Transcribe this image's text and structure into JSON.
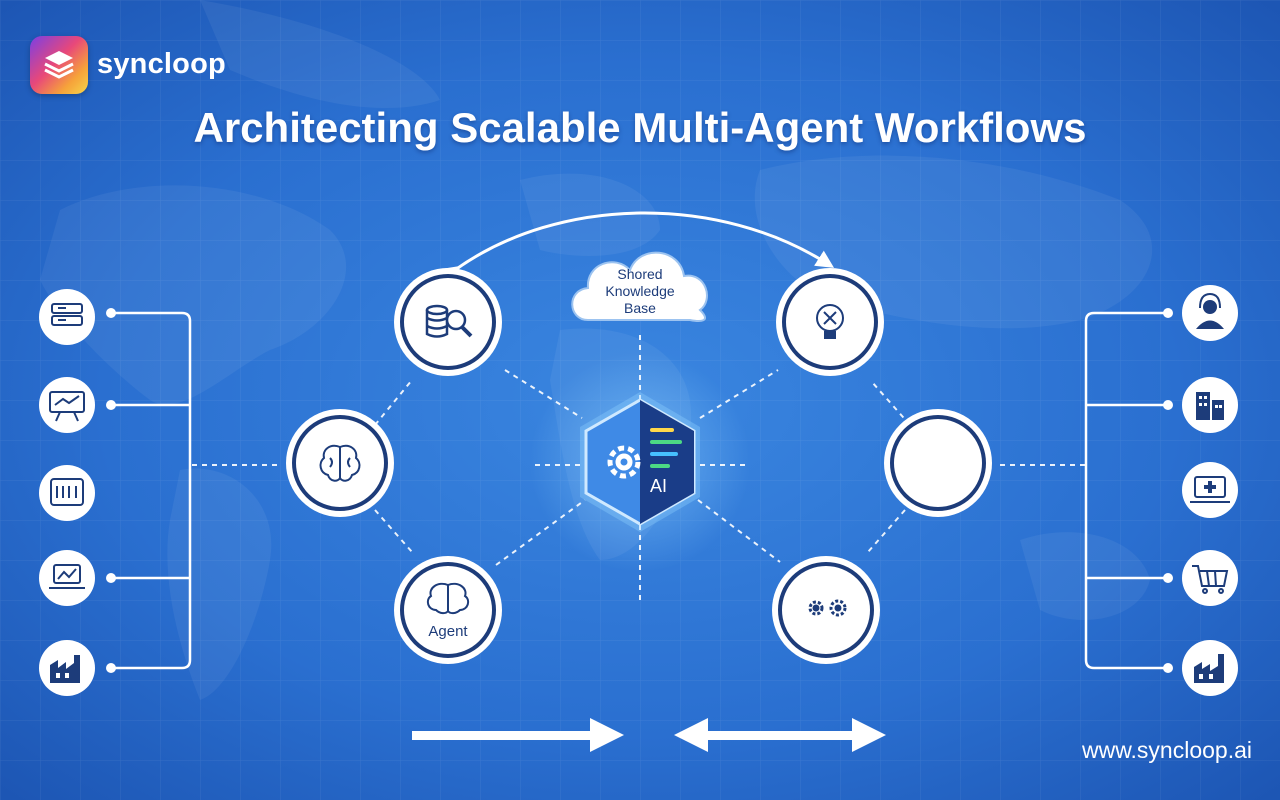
{
  "brand": {
    "name": "syncloop",
    "url": "www.syncloop.ai"
  },
  "title": "Architecting Scalable Multi-Agent Workflows",
  "hub": {
    "label": "AI"
  },
  "shared_kb": {
    "line1": "Shored",
    "line2": "Knowledge",
    "line3": "Base"
  },
  "agents": {
    "agent_label": "Agent",
    "nodes": [
      {
        "id": "data-search",
        "icon": "database-search-icon"
      },
      {
        "id": "brain-left",
        "icon": "brain-icon"
      },
      {
        "id": "agent",
        "icon": "brain-icon"
      },
      {
        "id": "analytics-brain",
        "icon": "brain-chip-icon"
      },
      {
        "id": "blank",
        "icon": "none"
      },
      {
        "id": "gears",
        "icon": "gears-icon"
      }
    ]
  },
  "left_sources": [
    "server-icon",
    "presentation-icon",
    "dashboard-icon",
    "laptop-chart-icon",
    "factory-icon"
  ],
  "right_targets": [
    "support-agent-icon",
    "building-icon",
    "medical-laptop-icon",
    "shopping-cart-icon",
    "factory-icon"
  ],
  "colors": {
    "background": "#2a6fd0",
    "line": "#ffffff",
    "hub_dark": "#1a3d88",
    "hub_light": "#3f8ae6",
    "icon": "#1d3c7a"
  }
}
